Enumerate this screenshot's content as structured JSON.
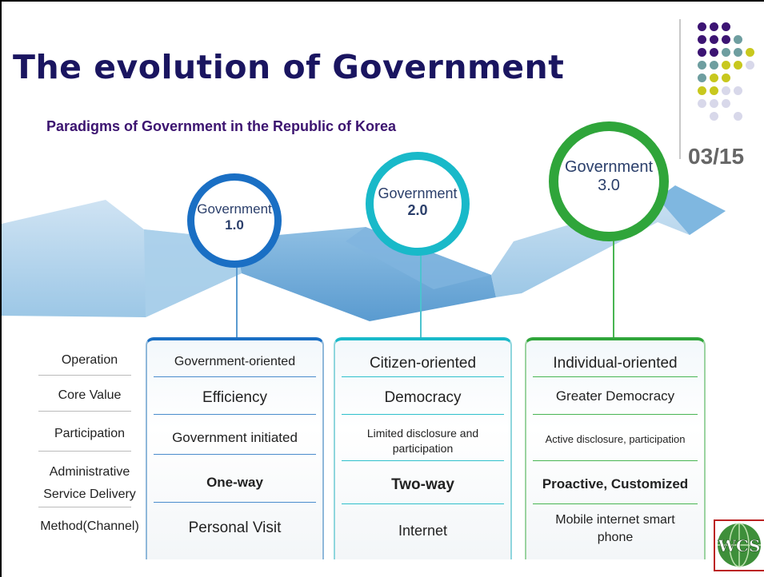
{
  "title": "The evolution of Government",
  "subtitle": "Paradigms of Government in the Republic of Korea",
  "slide_number": "03/15",
  "logo_text": "WCS",
  "generations": [
    {
      "name": "Government",
      "version": "1.0",
      "color": "#1a6fc4"
    },
    {
      "name": "Government",
      "version": "2.0",
      "color": "#19b9c9"
    },
    {
      "name": "Government",
      "version": "3.0",
      "color": "#2fa53a"
    }
  ],
  "row_labels": [
    "Operation",
    "Core Value",
    "Participation",
    "Administrative",
    "Service Delivery",
    "Method(Channel)"
  ],
  "columns": [
    {
      "operation": "Government-oriented",
      "core_value": "Efficiency",
      "participation": "Government initiated",
      "delivery": "One-way",
      "channel": "Personal Visit"
    },
    {
      "operation": "Citizen-oriented",
      "core_value": "Democracy",
      "participation_1": "Limited disclosure and",
      "participation_2": "participation",
      "delivery": "Two-way",
      "channel": "Internet"
    },
    {
      "operation": "Individual-oriented",
      "core_value": "Greater Democracy",
      "participation": "Active disclosure, participation",
      "delivery": "Proactive, Customized",
      "channel_1": "Mobile internet smart",
      "channel_2": "phone"
    }
  ]
}
